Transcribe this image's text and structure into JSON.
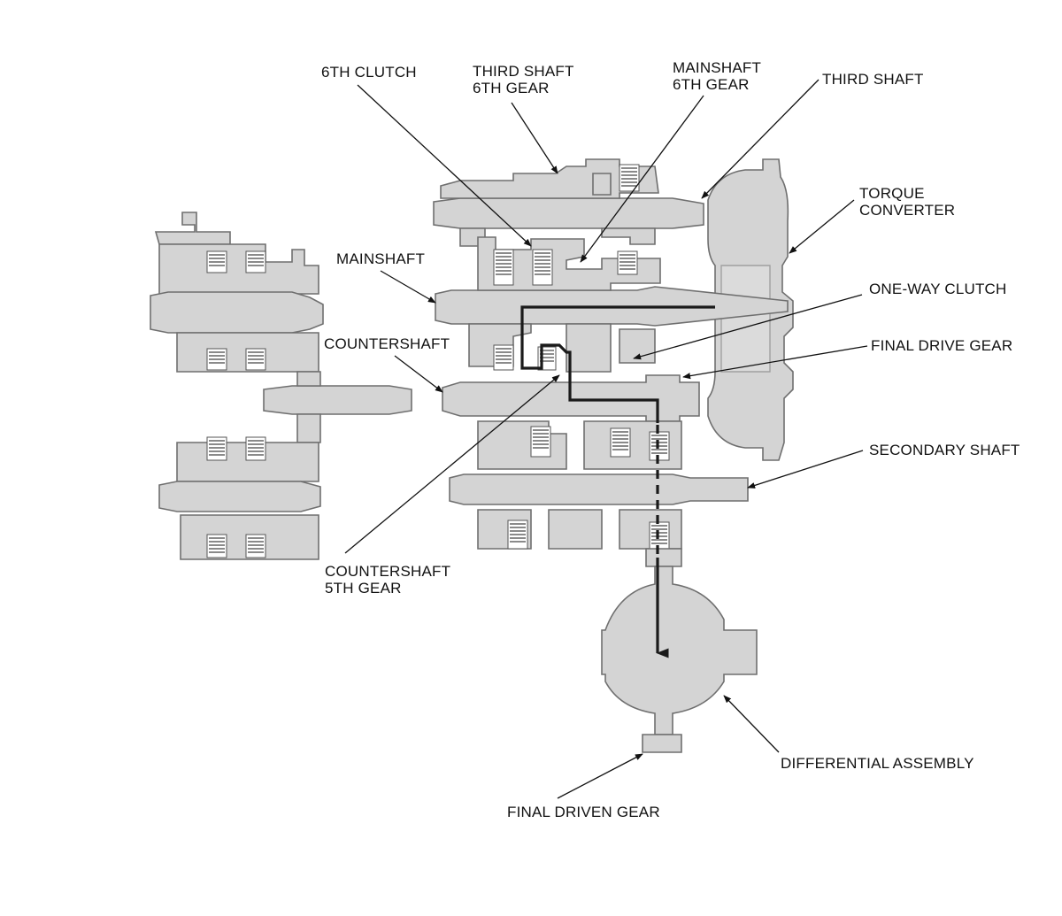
{
  "labels": {
    "sixth_clutch": "6TH CLUTCH",
    "third_shaft_6th_gear_line1": "THIRD SHAFT",
    "third_shaft_6th_gear_line2": "6TH GEAR",
    "mainshaft_6th_gear_line1": "MAINSHAFT",
    "mainshaft_6th_gear_line2": "6TH GEAR",
    "third_shaft": "THIRD SHAFT",
    "torque_converter_line1": "TORQUE",
    "torque_converter_line2": "CONVERTER",
    "mainshaft": "MAINSHAFT",
    "one_way_clutch": "ONE-WAY CLUTCH",
    "countershaft": "COUNTERSHAFT",
    "final_drive_gear": "FINAL DRIVE GEAR",
    "secondary_shaft": "SECONDARY SHAFT",
    "countershaft_5th_gear_line1": "COUNTERSHAFT",
    "countershaft_5th_gear_line2": "5TH GEAR",
    "differential_assembly": "DIFFERENTIAL ASSEMBLY",
    "final_driven_gear": "FINAL DRIVEN GEAR"
  },
  "colors": {
    "part_fill": "#d4d4d4",
    "part_outline": "#6f6f6f",
    "power_flow": "#1a1a1a",
    "label_text": "#111111"
  }
}
